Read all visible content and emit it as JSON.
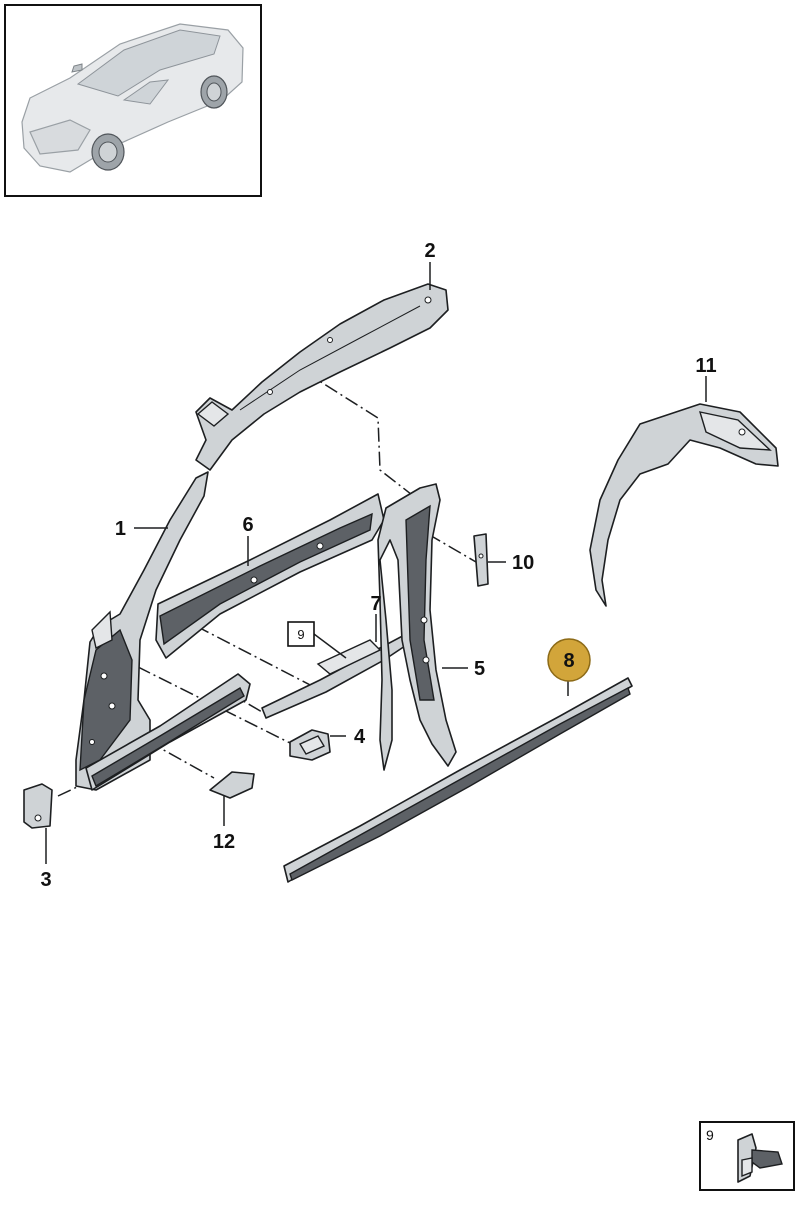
{
  "callouts": {
    "c1": "1",
    "c2": "2",
    "c3": "3",
    "c4": "4",
    "c5": "5",
    "c6": "6",
    "c7": "7",
    "c8": "8",
    "c9_box": "9",
    "c10": "10",
    "c11": "11",
    "c12": "12"
  },
  "inset": {
    "label": "9"
  },
  "highlight": {
    "fill": "#d2a53a",
    "stroke": "#8c6a17",
    "text_color": "#ffffff"
  }
}
